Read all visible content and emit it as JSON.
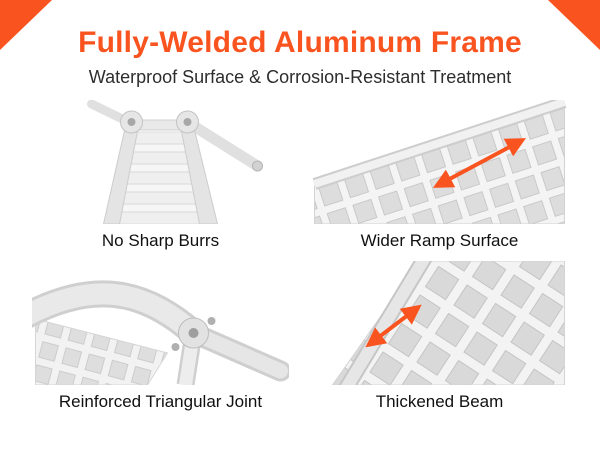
{
  "colors": {
    "accent": "#F95420",
    "title_text": "#F95420",
    "subtitle_text": "#2D2D2D",
    "caption_text": "#101010"
  },
  "header": {
    "title": "Fully-Welded Aluminum Frame",
    "subtitle": "Waterproof Surface & Corrosion-Resistant Treatment"
  },
  "features": [
    {
      "caption": "No Sharp Burrs",
      "photo": "folded-ramp-front-view",
      "arrow": false
    },
    {
      "caption": "Wider Ramp Surface",
      "photo": "ramp-surface-with-width-arrow",
      "arrow": true
    },
    {
      "caption": "Reinforced Triangular Joint",
      "photo": "folded-joint-closeup",
      "arrow": false
    },
    {
      "caption": "Thickened Beam",
      "photo": "beam-closeup-with-thickness-arrow",
      "arrow": true
    }
  ]
}
